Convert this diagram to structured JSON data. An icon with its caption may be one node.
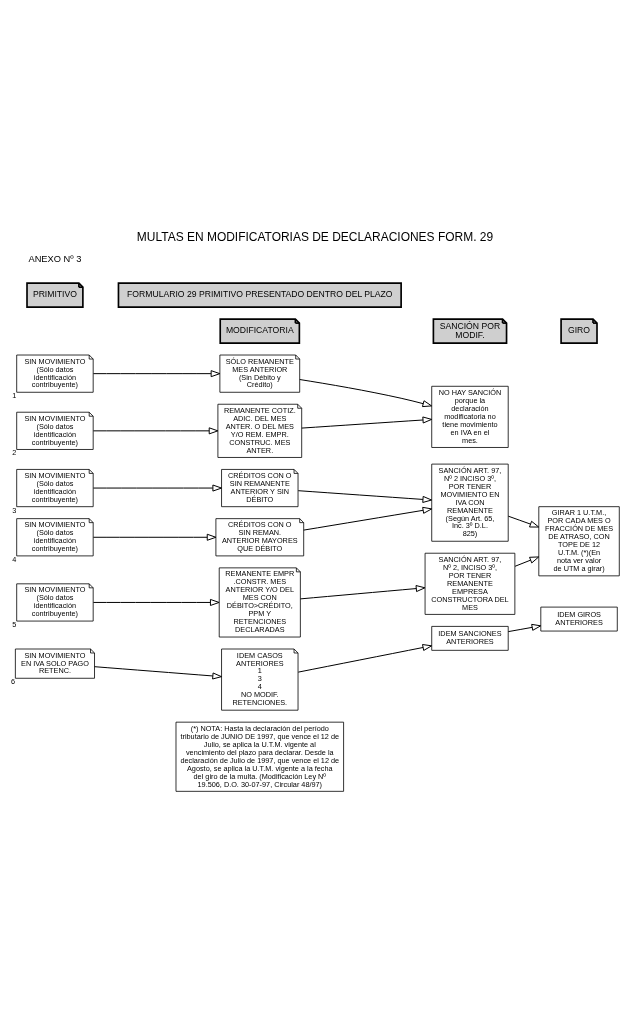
{
  "diagram": {
    "title": "MULTAS EN MODIFICATORIAS DE DECLARACIONES FORM. 29",
    "nodes": [
      {
        "text": [
          "FORMULARIO 29 PRIMITIVO PRESENTADO DENTRO DEL PLAZO"
        ]
      },
      {
        "text": [
          "PRIMITIVO"
        ]
      },
      {
        "text": [
          "MODIFICATORIA"
        ]
      },
      {
        "text": [
          "SANCIÓN POR MODIF."
        ]
      },
      {
        "text": [
          "GIRO"
        ]
      },
      {
        "text": [
          "SIN MOVIMIENTO",
          "(Sólo datos identificación contribuyente)"
        ],
        "beside": [
          "1"
        ]
      },
      {
        "text": [
          "SÓLO REMANENTE MES ANTERIOR",
          "(Sin Débito y Crédito)"
        ]
      },
      {
        "text": [
          "NO HAY SANCIÓN porque la declaración modificatoria no tiene movimiento en IVA en el mes."
        ]
      },
      {
        "text": [
          "SIN MOVIMIENTO",
          "(Sólo datos identificación contribuyente)"
        ],
        "beside": [
          "2"
        ]
      },
      {
        "text": [
          "REMANENTE COTIZ. ADIC. DEL MES ANTER. O DEL MES Y/O REM. EMPR. CONSTRUC. MES ANTER."
        ]
      },
      {
        "text": [
          "SIN MOVIMIENTO",
          "(Sólo datos identificación contribuyente)"
        ],
        "beside": [
          "3"
        ]
      },
      {
        "text": [
          "CRÉDITOS CON O SIN REMANENTE ANTERIOR Y SIN DÉBITO"
        ]
      },
      {
        "text": [
          "SANCIÓN ART. 97, Nº 2 INCISO 3º, POR TENER MOVIMIENTO EN IVA CON REMANENTE",
          "(Según Art. 65, Inc. 3º D.L. 825)"
        ]
      },
      {
        "text": [
          "GIRAR 1 U.T.M., POR CADA MES O FRACCIÓN DE MES DE ATRASO, CON TOPE DE 12 U.T.M. (*)(En nota ver valor de UTM a girar)"
        ]
      },
      {
        "text": [
          "SIN MOVIMIENTO",
          "(Sólo datos identificación contribuyente)"
        ],
        "beside": [
          "4"
        ]
      },
      {
        "text": [
          "CRÉDITOS CON O SIN REMAN. ANTERIOR MAYORES QUE DÉBITO"
        ]
      },
      {
        "text": [
          "SIN MOVIMIENTO",
          "(Sólo datos identificación contribuyente)"
        ],
        "beside": [
          "5"
        ]
      },
      {
        "text": [
          "REMANENTE EMPR .CONSTR. MES ANTERIOR Y/O DEL MES CON DÉBITO>CRÉDITO, PPM Y RETENCIONES DECLARADAS"
        ]
      },
      {
        "text": [
          "SANCIÓN ART. 97, Nº 2, INCISO 3º, POR TENER",
          "REMANENTE EMPRESA CONSTRUCTORA DEL MES"
        ]
      },
      {
        "text": [
          "SIN MOVIMIENTO EN IVA SOLO PAGO RETENC."
        ],
        "beside": [
          "6"
        ]
      },
      {
        "text": [
          "IDEM CASOS ANTERIORES",
          "1",
          "3",
          "4",
          "NO MODIF. RETENCIONES."
        ]
      },
      {
        "text": [
          "IDEM SANCIONES ANTERIORES"
        ]
      },
      {
        "text": [
          "IDEM GIROS ANTERIORES"
        ]
      },
      {
        "text": [
          "(*) NOTA: Hasta la declaración del período tributario de JUNIO DE 1997, que vence el 12 de Julio, se aplica la U.T.M. vigente al vencimiento del plazo para declarar. Desde la declaración de Julio de 1997, que vence el 12 de Agosto, se aplica la U.T.M. vigente a la fecha del giro de la multa. (Modificación Ley Nº 19.506, D.O. 30-07-97, Circular 48/97)"
        ]
      }
    ],
    "edges": [
      {
        "from": 5,
        "to": 6,
        "arrow": "to"
      },
      {
        "from": 6,
        "to": 7,
        "arrow": "to"
      },
      {
        "from": 8,
        "to": 9,
        "arrow": "to"
      },
      {
        "from": 9,
        "to": 7,
        "arrow": "to"
      },
      {
        "from": 10,
        "to": 11,
        "arrow": "to"
      },
      {
        "from": 11,
        "to": 12,
        "arrow": "to"
      },
      {
        "from": 14,
        "to": 15,
        "arrow": "to"
      },
      {
        "from": 15,
        "to": 12,
        "arrow": "to"
      },
      {
        "from": 12,
        "to": 13,
        "arrow": "to"
      },
      {
        "from": 16,
        "to": 17,
        "arrow": "to"
      },
      {
        "from": 17,
        "to": 18,
        "arrow": "to"
      },
      {
        "from": 18,
        "to": 13,
        "arrow": "to"
      },
      {
        "from": 19,
        "to": 20,
        "arrow": "to"
      },
      {
        "from": 20,
        "to": 21,
        "arrow": "to"
      },
      {
        "from": 21,
        "to": 22,
        "arrow": "to"
      }
    ],
    "labels": [
      "ANEXO Nº 3"
    ]
  }
}
